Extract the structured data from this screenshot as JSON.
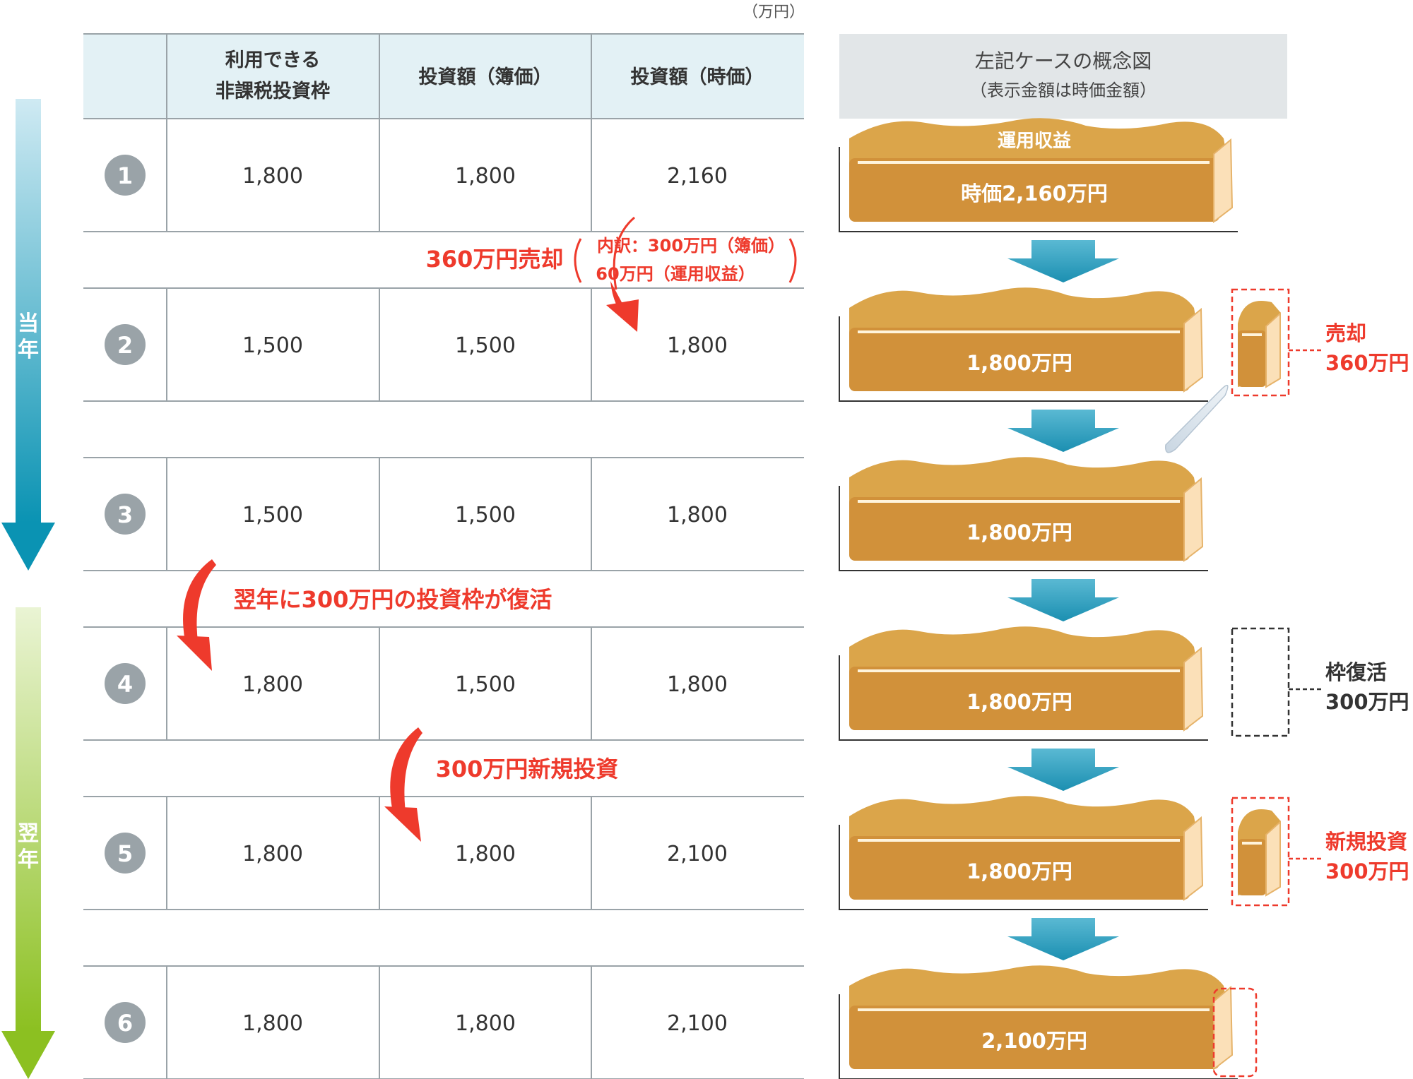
{
  "unit": "（万円）",
  "table": {
    "headers": [
      "利用できる",
      "非課税投資枠",
      "投資額（簿価）",
      "投資額（時価）"
    ],
    "rows": [
      {
        "no": "1",
        "quota": "1,800",
        "book": "1,800",
        "market": "2,160"
      },
      {
        "no": "2",
        "quota": "1,500",
        "book": "1,500",
        "market": "1,800"
      },
      {
        "no": "3",
        "quota": "1,500",
        "book": "1,500",
        "market": "1,800"
      },
      {
        "no": "4",
        "quota": "1,800",
        "book": "1,500",
        "market": "1,800"
      },
      {
        "no": "5",
        "quota": "1,800",
        "book": "1,800",
        "market": "2,100"
      },
      {
        "no": "6",
        "quota": "1,800",
        "book": "1,800",
        "market": "2,100"
      }
    ]
  },
  "timeline": {
    "current_year": "当年",
    "next_year": "翌年",
    "colors": {
      "current_top": "#cfeaf3",
      "current_bottom": "#0a93b3",
      "next_top": "#eaf4d4",
      "next_bottom": "#8cc021"
    }
  },
  "annotations": {
    "sale": "360万円売却",
    "breakdown_1": "内訳：300万円（簿価）",
    "breakdown_2": "60万円（運用収益）",
    "revival": "翌年に300万円の投資枠が復活",
    "new_invest": "300万円新規投資"
  },
  "concept": {
    "header_1": "左記ケースの概念図",
    "header_2": "（表示金額は時価金額）",
    "bread_labels": [
      "時価2,160万円",
      "1,800万円",
      "1,800万円",
      "1,800万円",
      "1,800万円",
      "2,100万円"
    ],
    "top_label": "運用収益",
    "side_sale": [
      "売却",
      "360万円"
    ],
    "side_revival": [
      "枠復活",
      "300万円"
    ],
    "side_new": [
      "新規投資",
      "300万円"
    ]
  },
  "colors": {
    "header_bg": "#e3f1f5",
    "header_bg_right": "#e2e6e8",
    "accent_red": "#ee3a2c",
    "bread_top": "#dba54a",
    "bread_body": "#d1913a",
    "bread_crumb": "#fbe0b8",
    "arrow_blue": "#1b93b5",
    "badge_gray": "#9aa3a8"
  }
}
